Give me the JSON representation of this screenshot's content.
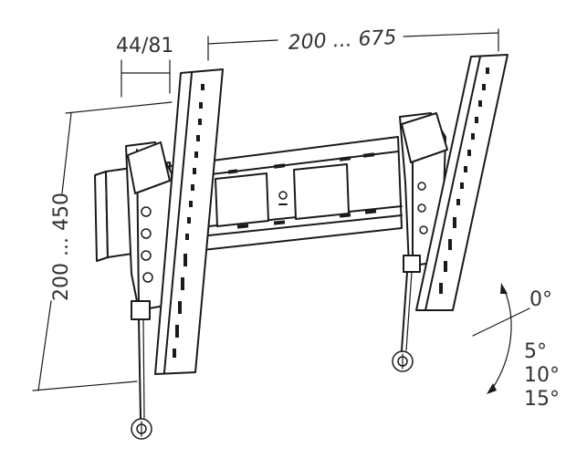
{
  "dimensions": {
    "arm_depth": "44/81",
    "horizontal_range": "200 ... 675",
    "vertical_range": "200 ... 450"
  },
  "tilt": {
    "top_angle": "0°",
    "angles": [
      "5°",
      "10°",
      "15°"
    ]
  },
  "colors": {
    "line": "#1a1a1a",
    "text": "#333333",
    "background": "#ffffff"
  }
}
